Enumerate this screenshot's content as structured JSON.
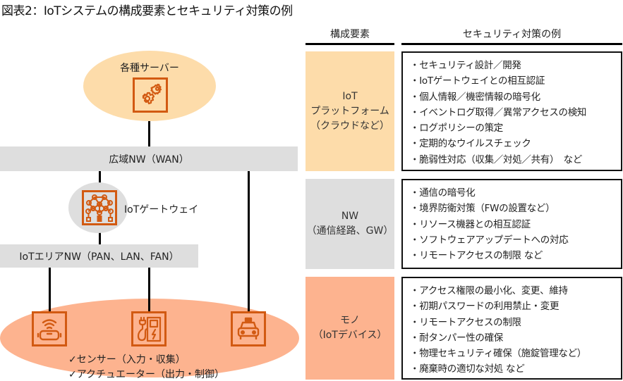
{
  "title": "図表2：IoTシステムの構成要素とセキュリティ対策の例",
  "table": {
    "header_component": "構成要素",
    "header_measures": "セキュリティ対策の例",
    "rows": [
      {
        "component": "IoT\nプラットフォーム\n（クラウドなど）",
        "color": "#fddcaa",
        "measures": [
          "・セキュリティ設計／開発",
          "・IoTゲートウェイとの相互認証",
          "・個人情報／機密情報の暗号化",
          "・イベントログ取得／異常アクセスの検知",
          "・ログポリシーの策定",
          "・定期的なウイルスチェック",
          "・脆弱性対応（収集／対処／共有）　など"
        ]
      },
      {
        "component": "NW\n（通信経路、GW）",
        "color": "#dedede",
        "measures": [
          "・通信の暗号化",
          "・境界防衛対策（FWの設置など）",
          "・リソース機器との相互認証",
          "・ソフトウェアアップデートへの対応",
          "・リモートアクセスの制限 など"
        ]
      },
      {
        "component": "モノ\n（IoTデバイス）",
        "color": "#fdb38f",
        "measures": [
          "・アクセス権限の最小化、変更、維持",
          "・初期パスワードの利用禁止・変更",
          "・リモートアクセスの制限",
          "・耐タンパー性の確保",
          "・物理セキュリティ確保（施錠管理など）",
          "・廃棄時の適切な対処 など"
        ]
      }
    ]
  },
  "diagram": {
    "servers_label": "各種サーバー",
    "wan_label": "広域NW（WAN）",
    "gateway_label": "IoTゲートウェイ",
    "area_nw_label": "IoTエリアNW（PAN、LAN、FAN）",
    "device_notes": [
      "✓センサー（入力・収集）",
      "✓アクチュエーター（出力・制御）"
    ],
    "device_icons": [
      "vr-headset-wifi-icon",
      "ev-charger-icon",
      "taxi-car-icon"
    ],
    "colors": {
      "icon_stroke": "#d25a12",
      "server_ellipse": "#fddcaa",
      "gateway_ellipse": "#dedede",
      "device_ellipse": "#fdb38f",
      "bar": "#dedede"
    }
  }
}
